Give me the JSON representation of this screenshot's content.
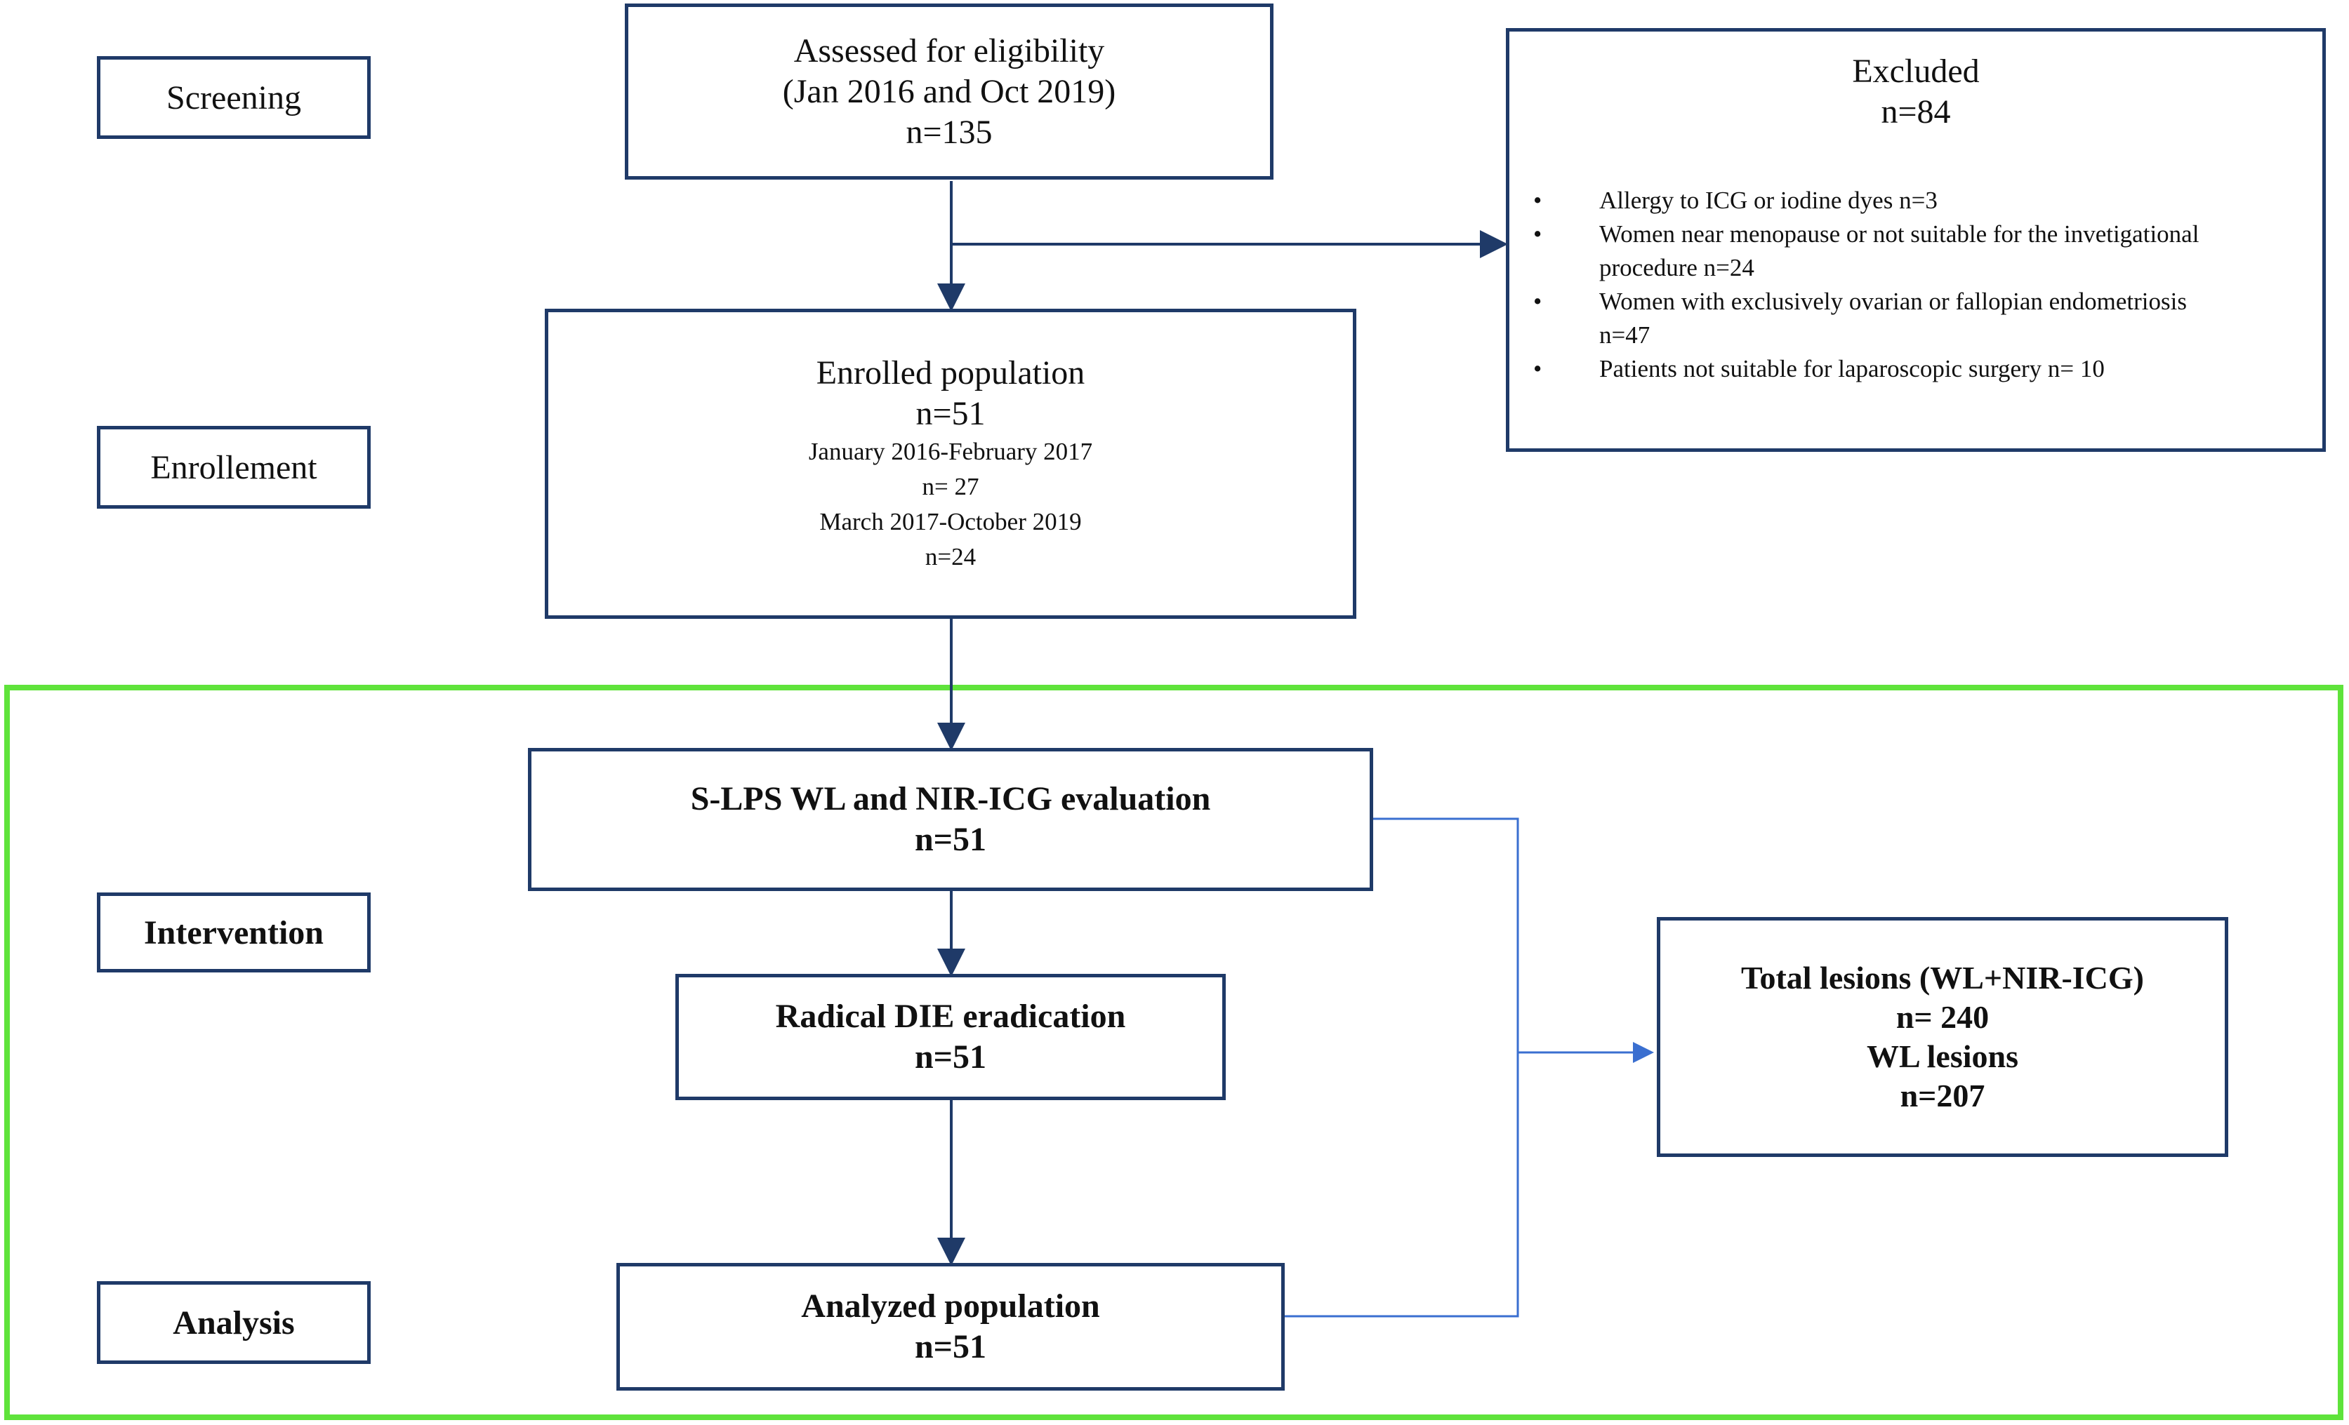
{
  "stages": {
    "screening": "Screening",
    "enrollment": "Enrollement",
    "intervention": "Intervention",
    "analysis": "Analysis"
  },
  "assessed": {
    "line1": "Assessed for eligibility",
    "line2": "(Jan 2016 and Oct 2019)",
    "count": "n=135"
  },
  "excluded": {
    "title": "Excluded",
    "count": "n=84",
    "bullet": "•",
    "items": [
      "Allergy to ICG or iodine dyes n=3",
      "Women near menopause or not suitable for the invetigational procedure n=24",
      "Women with exclusively ovarian or fallopian endometriosis n=47",
      "Patients not suitable for laparoscopic surgery  n= 10"
    ]
  },
  "enrolled": {
    "title": "Enrolled population",
    "count": "n=51",
    "period1": "January 2016-February 2017",
    "count1": "n= 27",
    "period2": "March 2017-October 2019",
    "count2": "n=24"
  },
  "slps": {
    "title": "S-LPS WL and NIR-ICG evaluation",
    "count": "n=51"
  },
  "radical": {
    "title": "Radical DIE eradication",
    "count": "n=51"
  },
  "analyzed": {
    "title": "Analyzed population",
    "count": "n=51"
  },
  "lesions": {
    "line1": "Total lesions (WL+NIR-ICG)",
    "line2": "n= 240",
    "line3": "WL lesions",
    "line4": "n=207"
  },
  "colors": {
    "box_border": "#1f3a68",
    "arrow": "#1f3a68",
    "connector": "#3a6fd0",
    "frame": "#5fe33b"
  }
}
